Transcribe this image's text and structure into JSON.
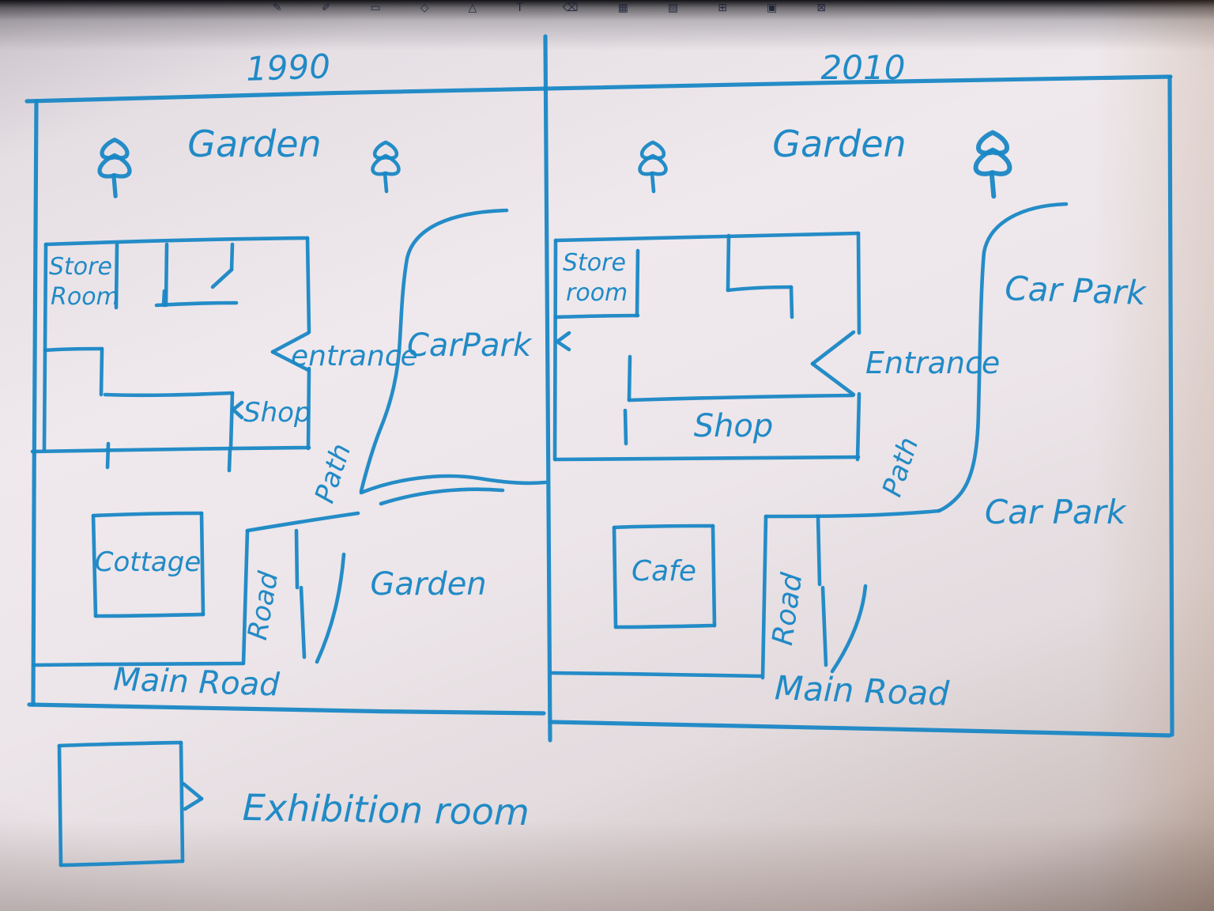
{
  "colors": {
    "ink": "#1987c5",
    "paper": "#ece6ea"
  },
  "toolbar": {
    "icons": [
      {
        "name": "pen",
        "glyph": "✎"
      },
      {
        "name": "pencil",
        "glyph": "✐"
      },
      {
        "name": "rect-shape",
        "glyph": "▭"
      },
      {
        "name": "diamond-shape",
        "glyph": "◇"
      },
      {
        "name": "triangle-shape",
        "glyph": "△"
      },
      {
        "name": "text-tool",
        "glyph": "T"
      },
      {
        "name": "eraser",
        "glyph": "⌫"
      },
      {
        "name": "grid",
        "glyph": "▦"
      },
      {
        "name": "fill",
        "glyph": "▧"
      },
      {
        "name": "add-page",
        "glyph": "⊞"
      },
      {
        "name": "image",
        "glyph": "▣"
      },
      {
        "name": "close",
        "glyph": "⊠"
      }
    ]
  },
  "maps": {
    "left": {
      "year": "1990",
      "garden_top": "Garden",
      "store_room": [
        "Store",
        "Room"
      ],
      "entrance": "entrance",
      "car_park": "CarPark",
      "shop": "Shop",
      "path": "Path",
      "cottage": "Cottage",
      "road": "Road",
      "garden_bottom": "Garden",
      "main_road": "Main Road"
    },
    "right": {
      "year": "2010",
      "garden_top": "Garden",
      "store_room": [
        "Store",
        "room"
      ],
      "entrance": "Entrance",
      "car_park_top": "Car Park",
      "shop": "Shop",
      "path": "Path",
      "cafe": "Cafe",
      "road": "Road",
      "car_park_bottom": "Car Park",
      "main_road": "Main Road"
    },
    "legend": {
      "exhibition_room": "Exhibition room"
    }
  }
}
